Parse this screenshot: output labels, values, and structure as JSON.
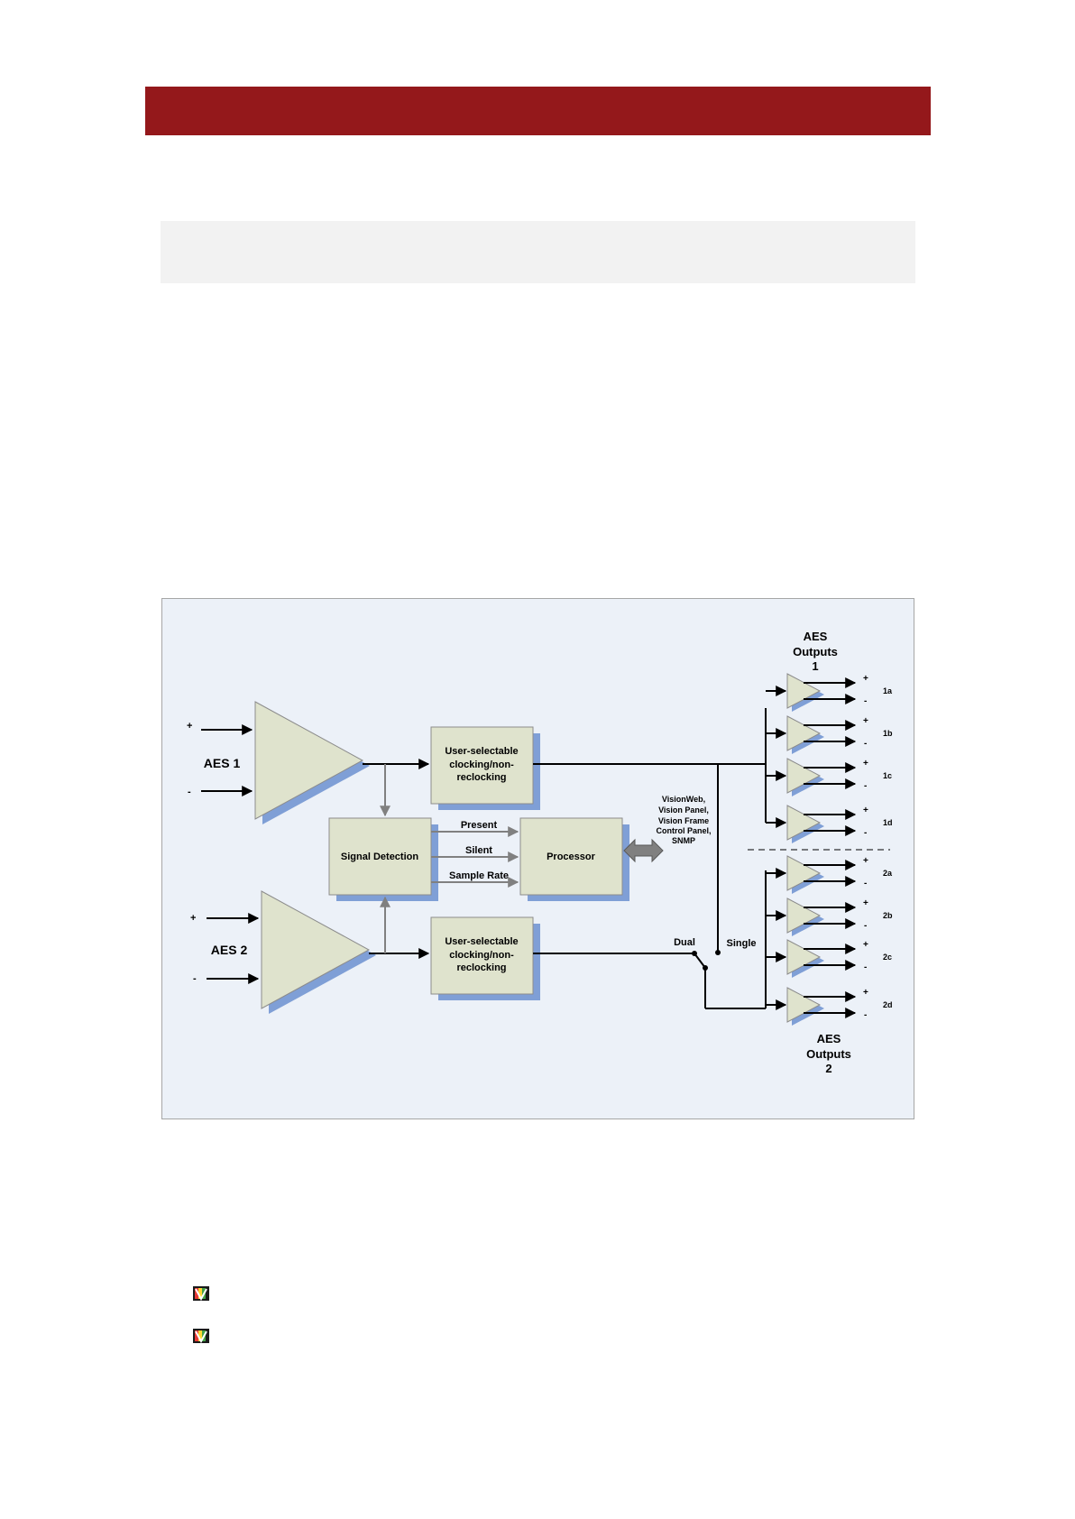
{
  "diagram": {
    "aes1": {
      "label": "AES 1",
      "plus": "+",
      "minus": "-"
    },
    "aes2": {
      "label": "AES 2",
      "plus": "+",
      "minus": "-"
    },
    "reclock_block_1": [
      "User-selectable",
      "clocking/non-",
      "reclocking"
    ],
    "reclock_block_2": [
      "User-selectable",
      "clocking/non-",
      "reclocking"
    ],
    "signal_detection": "Signal Detection",
    "processor": "Processor",
    "signals": {
      "present": "Present",
      "silent": "Silent",
      "sample_rate": "Sample Rate"
    },
    "control_interfaces": [
      "VisionWeb,",
      "Vision Panel,",
      "Vision Frame",
      "Control Panel,",
      "SNMP"
    ],
    "switch": {
      "dual": "Dual",
      "single": "Single"
    },
    "outputs_1": {
      "title": [
        "AES",
        "Outputs",
        "1"
      ],
      "items": [
        {
          "label": "1a",
          "plus": "+",
          "minus": "-"
        },
        {
          "label": "1b",
          "plus": "+",
          "minus": "-"
        },
        {
          "label": "1c",
          "plus": "+",
          "minus": "-"
        },
        {
          "label": "1d",
          "plus": "+",
          "minus": "-"
        }
      ]
    },
    "outputs_2": {
      "title": [
        "AES",
        "Outputs",
        "2"
      ],
      "items": [
        {
          "label": "2a",
          "plus": "+",
          "minus": "-"
        },
        {
          "label": "2b",
          "plus": "+",
          "minus": "-"
        },
        {
          "label": "2c",
          "plus": "+",
          "minus": "-"
        },
        {
          "label": "2d",
          "plus": "+",
          "minus": "-"
        }
      ]
    }
  },
  "colors": {
    "header": "#94181b",
    "grey_box": "#f2f2f2",
    "diagram_bg": "#ecf1f8",
    "block_fill": "#dfe3cd",
    "shadow": "#7f9fd6",
    "arrow_grey": "#808080"
  },
  "icons": [
    "vista-logo-icon",
    "vista-logo-icon"
  ]
}
